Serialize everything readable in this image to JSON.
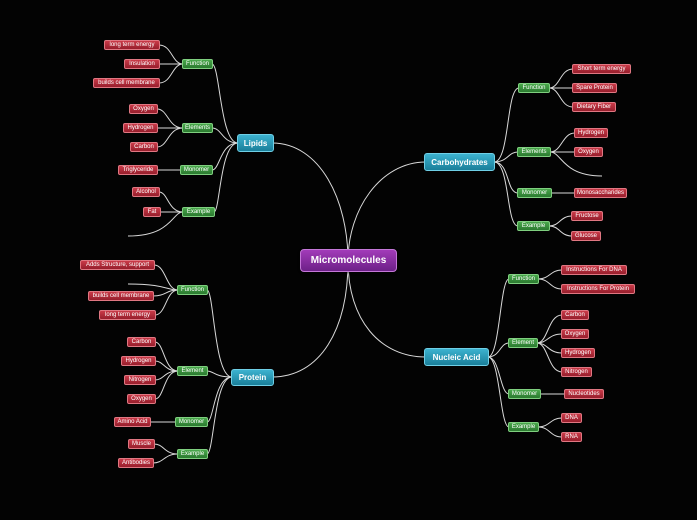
{
  "root": "Micromolecules",
  "branches": {
    "lipids": {
      "label": "Lipids",
      "function": {
        "label": "Function",
        "leaves": [
          "long term energy",
          "Insulation",
          "builds cell membrane"
        ]
      },
      "elements": {
        "label": "Elements",
        "leaves": [
          "Oxygen",
          "Hydrogen",
          "Carbon"
        ]
      },
      "monomer": {
        "label": "Monomer",
        "leaves": [
          "Triglyceride"
        ]
      },
      "example": {
        "label": "Example",
        "leaves": [
          "Alcohol",
          "Fat"
        ]
      }
    },
    "carbohydrates": {
      "label": "Carbohydrates",
      "function": {
        "label": "Function",
        "leaves": [
          "Short term energy",
          "Spare Protein",
          "Dietary Fiber"
        ]
      },
      "elements": {
        "label": "Elements",
        "leaves": [
          "Hydrogen",
          "Oxygen"
        ]
      },
      "monomer": {
        "label": "Monomer",
        "leaves": [
          "Monosaccharides"
        ]
      },
      "example": {
        "label": "Example",
        "leaves": [
          "Fructose",
          "Glucose"
        ]
      }
    },
    "protein": {
      "label": "Protein",
      "function": {
        "label": "Function",
        "leaves": [
          "Adds Structure, support",
          "builds cell membrane",
          "long term energy"
        ]
      },
      "element": {
        "label": "Element",
        "leaves": [
          "Carbon",
          "Hydrogen",
          "Nitrogen",
          "Oxygen"
        ]
      },
      "monomer": {
        "label": "Monomer",
        "leaves": [
          "Amino Acid"
        ]
      },
      "example": {
        "label": "Example",
        "leaves": [
          "Muscle",
          "Antibodies"
        ]
      }
    },
    "nucleic": {
      "label": "Nucleic Acid",
      "function": {
        "label": "Function",
        "leaves": [
          "Instructions For DNA",
          "Instructions For Protein"
        ]
      },
      "element": {
        "label": "Element",
        "leaves": [
          "Carbon",
          "Oxygen",
          "Hydrogen",
          "Nitrogen"
        ]
      },
      "monomer": {
        "label": "Monomer",
        "leaves": [
          "Nucleotides"
        ]
      },
      "example": {
        "label": "Example",
        "leaves": [
          "DNA",
          "RNA"
        ]
      }
    }
  },
  "colors": {
    "background": "#030303",
    "root": "#8a2ea3",
    "branch": "#2a9bb8",
    "category": "#3b8f3e",
    "leaf": "#b52c3a",
    "connector": "#d9d9d9"
  }
}
